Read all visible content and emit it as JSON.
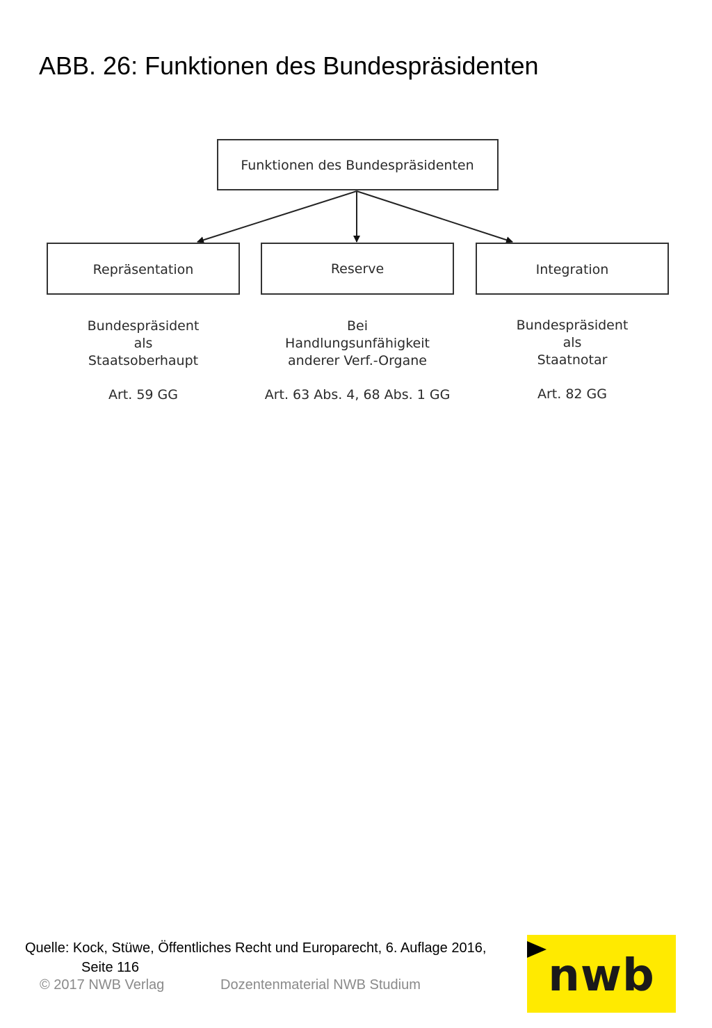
{
  "title": "ABB. 26: Funktionen des Bundespräsidenten",
  "diagram": {
    "root": "Funktionen des Bundespräsidenten",
    "children": [
      {
        "label": "Repräsentation",
        "desc": [
          "Bundespräsident",
          "als",
          "Staatsoberhaupt"
        ],
        "ref": "Art. 59 GG"
      },
      {
        "label": "Reserve",
        "desc": [
          "Bei",
          "Handlungsunfähigkeit",
          "anderer Verf.-Organe"
        ],
        "ref": "Art. 63 Abs. 4, 68 Abs. 1 GG"
      },
      {
        "label": "Integration",
        "desc": [
          "Bundespräsident",
          "als",
          "Staatnotar"
        ],
        "ref": "Art. 82 GG"
      }
    ]
  },
  "source": {
    "line1": "Quelle: Kock, Stüwe, Öffentliches Recht und Europarecht, 6. Auflage 2016,",
    "line2": "Seite 116"
  },
  "footer": {
    "copyright": "© 2017 NWB Verlag",
    "material": "Dozentenmaterial NWB Studium"
  },
  "logo": {
    "text": "nwb",
    "color": "#ffea00"
  },
  "icons": {
    "play": "play-arrow-icon"
  }
}
